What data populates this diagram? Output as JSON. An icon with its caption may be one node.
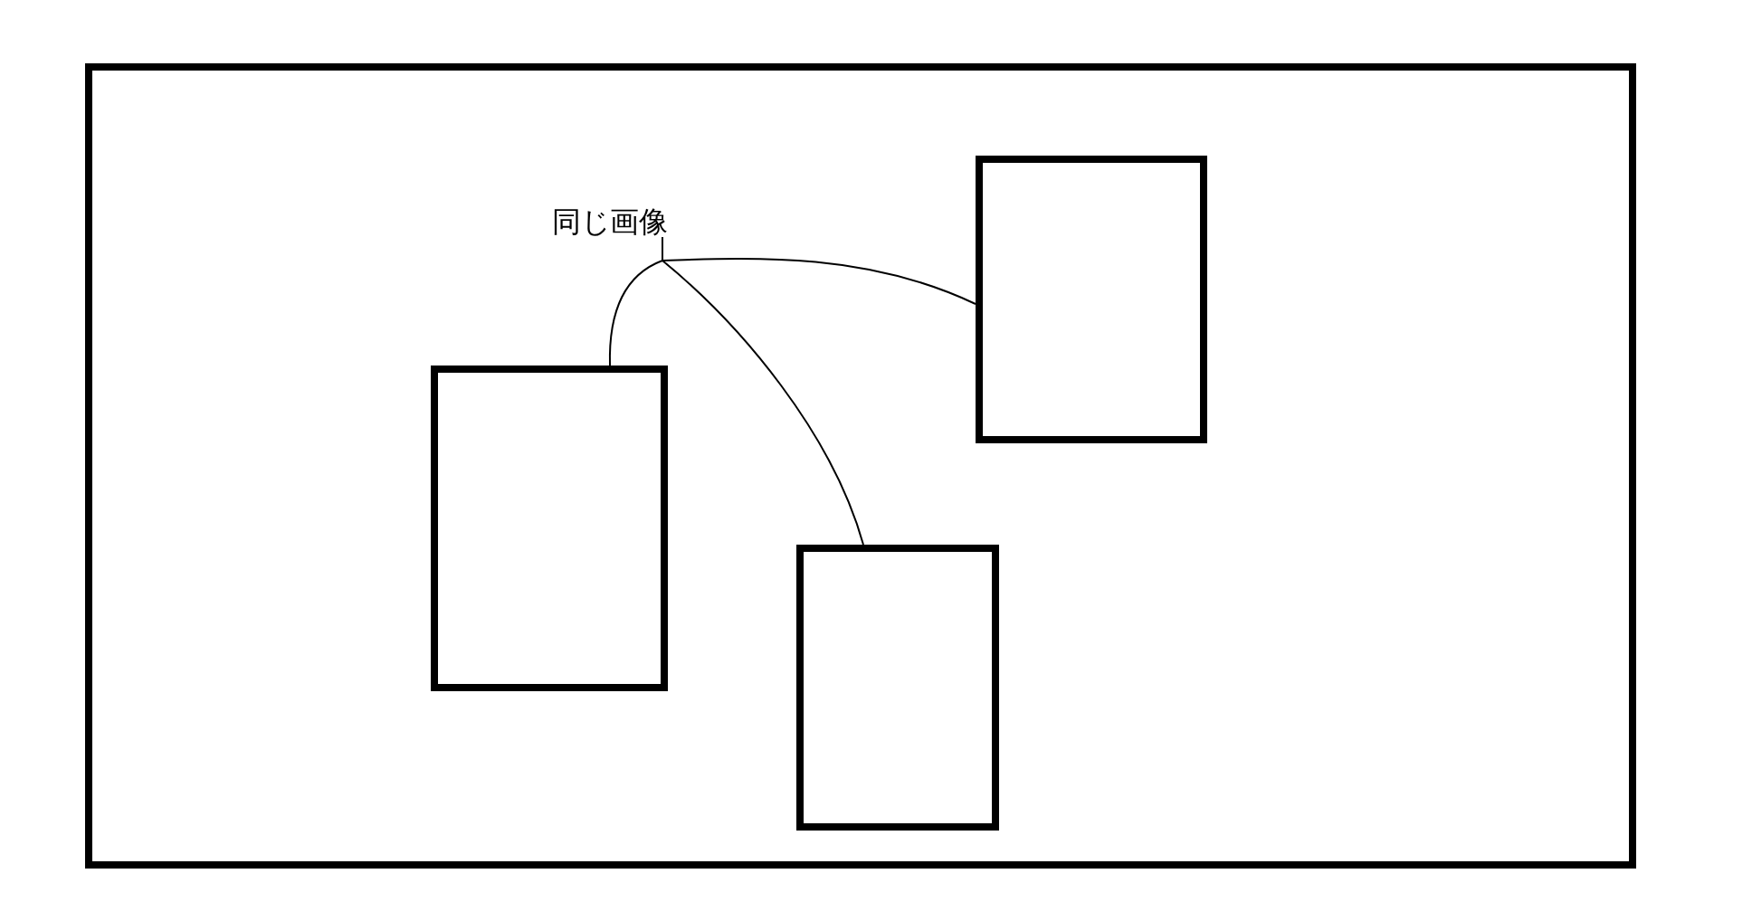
{
  "diagram": {
    "nodes": [
      {
        "text": [],
        "shape": "box"
      },
      {
        "text": [
          "同じ画像"
        ],
        "in": 0
      },
      {
        "text": [],
        "shape": "box",
        "in": 0
      },
      {
        "text": [],
        "shape": "box",
        "in": 0
      },
      {
        "text": [],
        "shape": "box",
        "in": 0
      }
    ],
    "edges": [
      {
        "from": 1,
        "to": 2,
        "arrow": "none"
      },
      {
        "from": 1,
        "to": 3,
        "arrow": "none"
      },
      {
        "from": 1,
        "to": 4,
        "arrow": "none"
      }
    ]
  }
}
